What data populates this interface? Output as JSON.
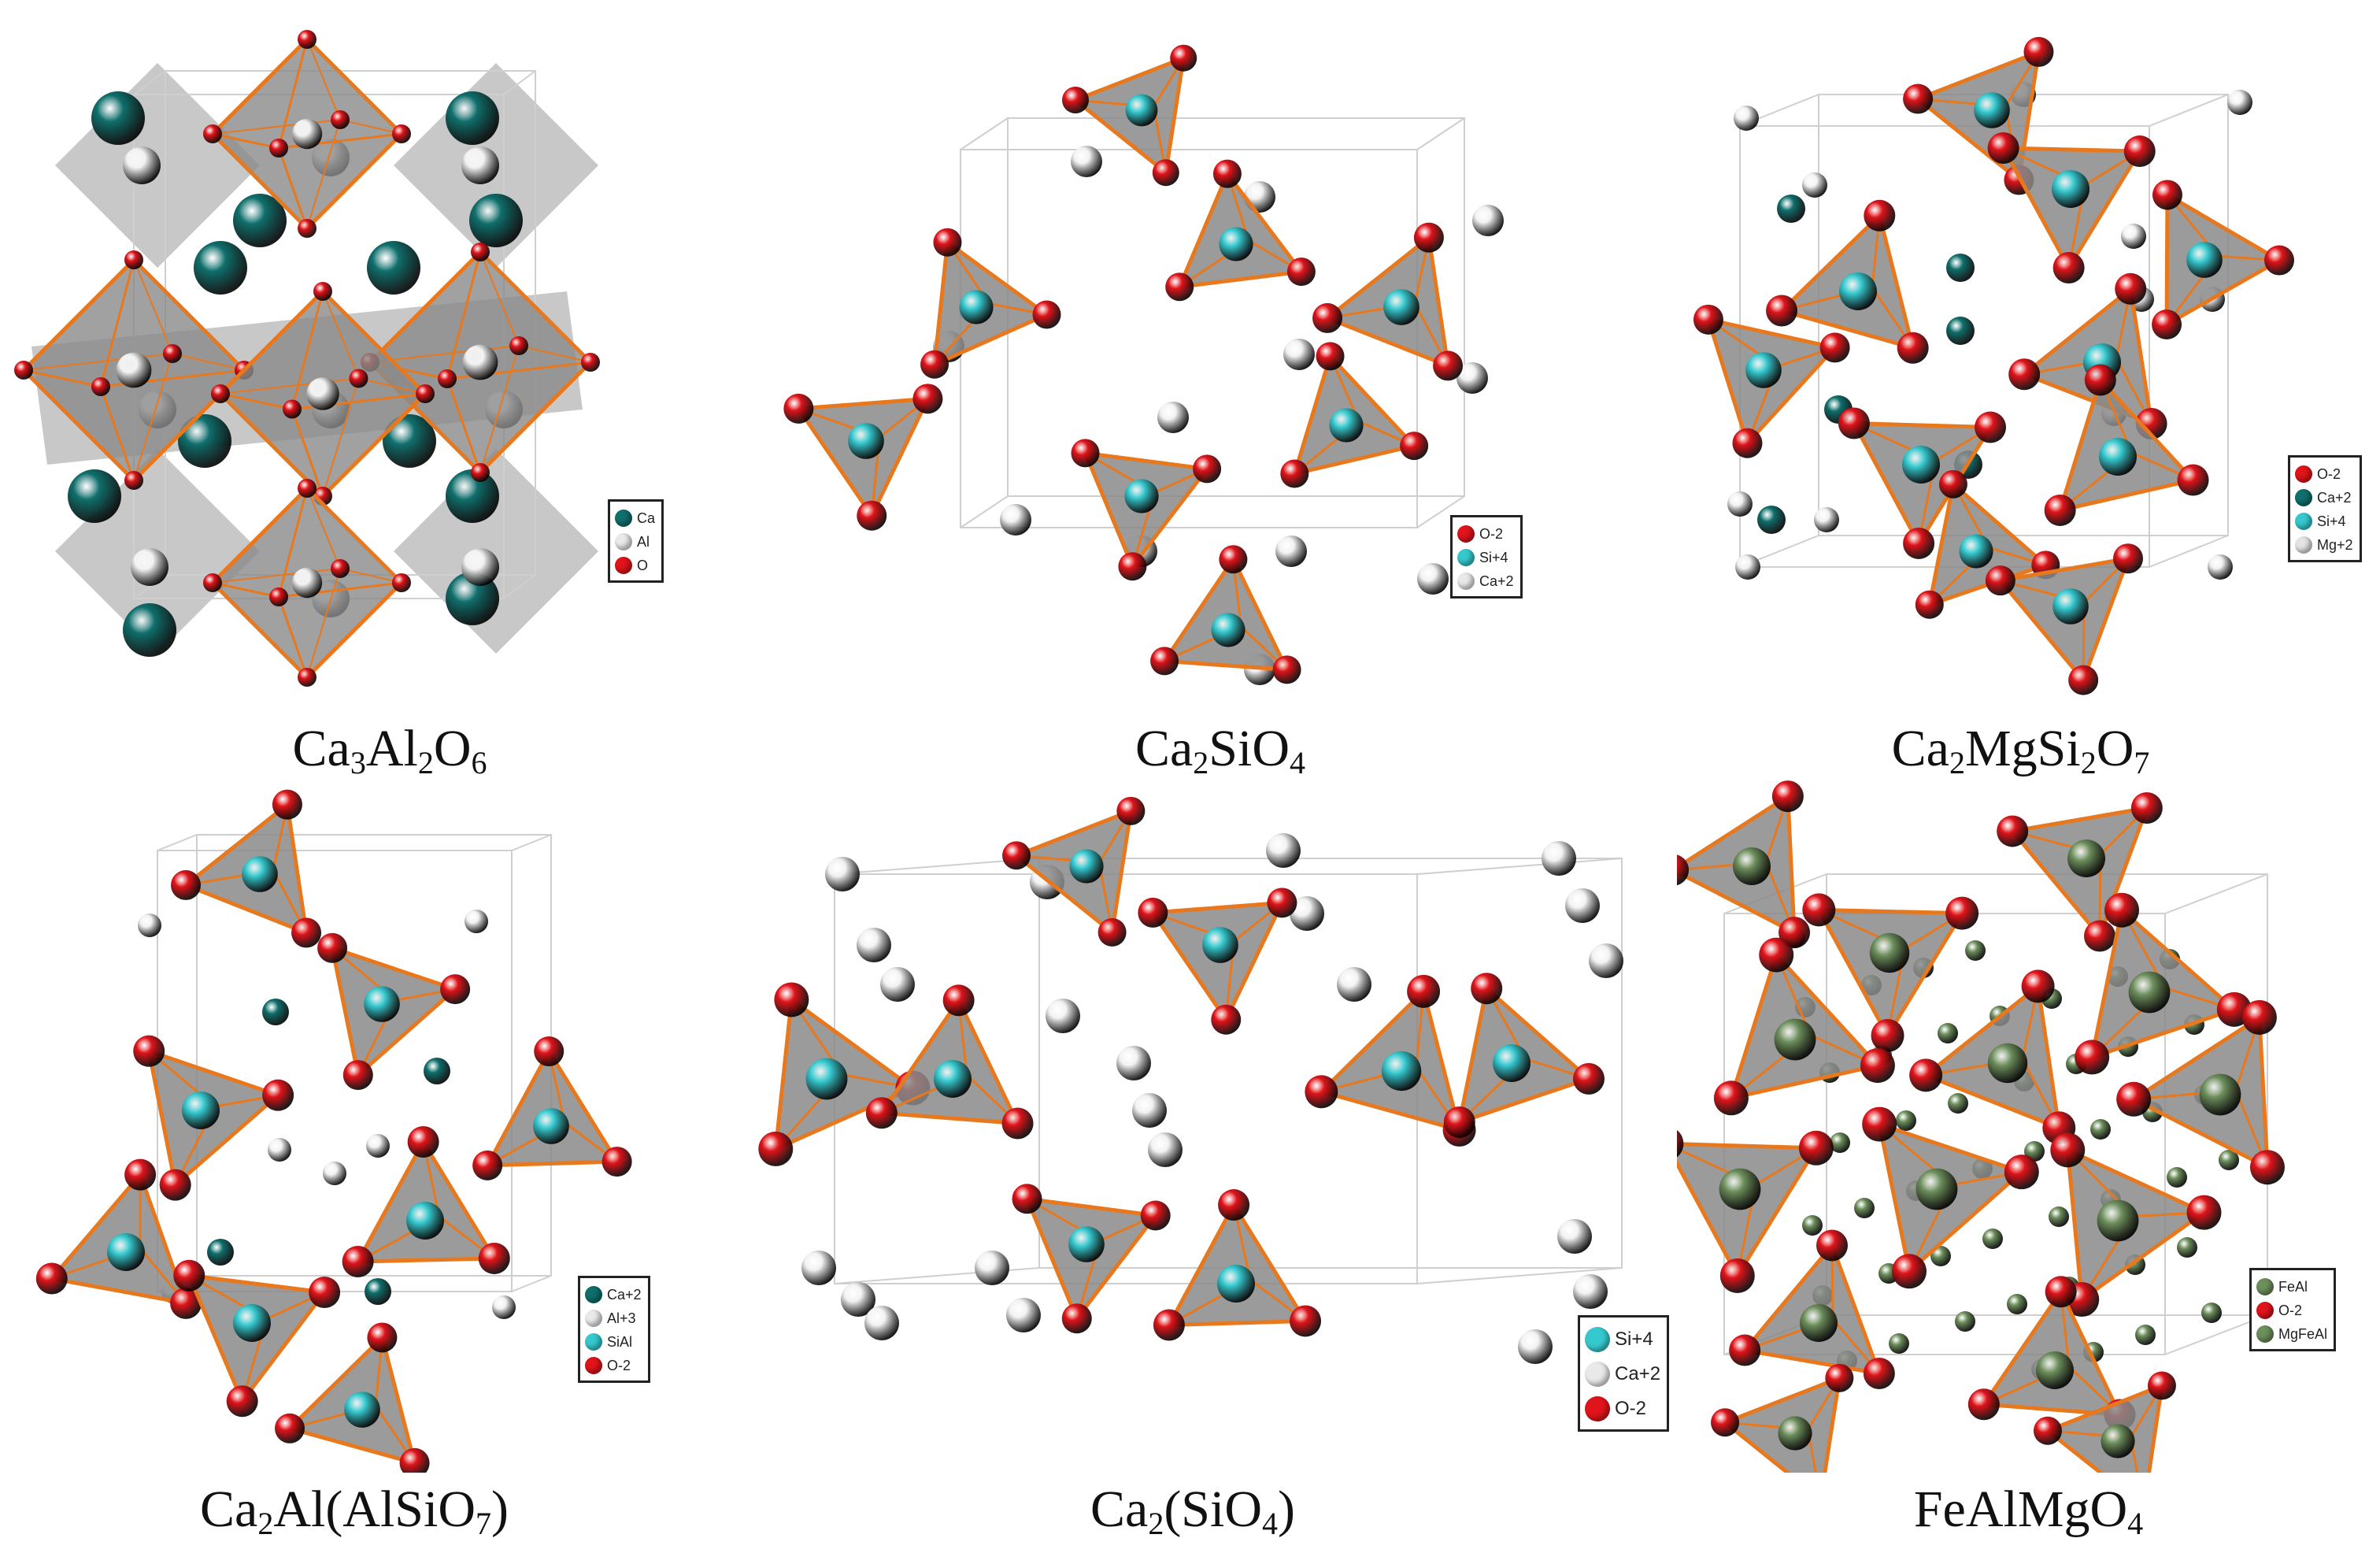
{
  "colors": {
    "Ca": "#0f6f6c",
    "O": "#e0141a",
    "Si": "#35c9cf",
    "Al": "#e9e9e9",
    "Mg": "#e4e4e4",
    "FeAl": "#6d8f5c",
    "polyhedron_fill": "#8a8a8a",
    "polyhedron_edge": "#e8781e"
  },
  "panels": [
    {
      "id": "ca3al2o6",
      "caption": [
        [
          "Ca",
          ""
        ],
        [
          "3",
          "sub"
        ],
        [
          "Al",
          ""
        ],
        [
          "2",
          "sub"
        ],
        [
          "O",
          ""
        ],
        [
          "6",
          "sub"
        ]
      ],
      "legend": [
        {
          "label": "Ca",
          "color": "#0f6f6c"
        },
        {
          "label": "Al",
          "color": "#e9e9e9"
        },
        {
          "label": "O",
          "color": "#e0141a"
        }
      ]
    },
    {
      "id": "ca2sio4-a",
      "caption": [
        [
          "Ca",
          ""
        ],
        [
          "2",
          "sub"
        ],
        [
          "SiO",
          ""
        ],
        [
          "4",
          "sub"
        ]
      ],
      "legend": [
        {
          "label": "O-2",
          "color": "#e0141a"
        },
        {
          "label": "Si+4",
          "color": "#35c9cf"
        },
        {
          "label": "Ca+2",
          "color": "#e9e9e9"
        }
      ]
    },
    {
      "id": "ca2mgsi2o7",
      "caption": [
        [
          "Ca",
          ""
        ],
        [
          "2",
          "sub"
        ],
        [
          "MgSi",
          ""
        ],
        [
          "2",
          "sub"
        ],
        [
          "O",
          ""
        ],
        [
          "7",
          "sub"
        ]
      ],
      "legend": [
        {
          "label": "O-2",
          "color": "#e0141a"
        },
        {
          "label": "Ca+2",
          "color": "#0f6f6c"
        },
        {
          "label": "Si+4",
          "color": "#35c9cf"
        },
        {
          "label": "Mg+2",
          "color": "#e4e4e4"
        }
      ]
    },
    {
      "id": "ca2al-alsio7",
      "caption": [
        [
          "Ca",
          ""
        ],
        [
          "2",
          "sub"
        ],
        [
          "Al(AlSiO",
          ""
        ],
        [
          "7",
          "sub"
        ],
        [
          ")",
          ""
        ]
      ],
      "legend": [
        {
          "label": "Ca+2",
          "color": "#0f6f6c"
        },
        {
          "label": "Al+3",
          "color": "#e9e9e9"
        },
        {
          "label": "SiAl",
          "color": "#35c9cf"
        },
        {
          "label": "O-2",
          "color": "#e0141a"
        }
      ]
    },
    {
      "id": "ca2-sio4",
      "caption": [
        [
          "Ca",
          ""
        ],
        [
          "2",
          "sub"
        ],
        [
          "(SiO",
          ""
        ],
        [
          "4",
          "sub"
        ],
        [
          ")",
          ""
        ]
      ],
      "legend": [
        {
          "label": "Si+4",
          "color": "#35c9cf"
        },
        {
          "label": "Ca+2",
          "color": "#e9e9e9"
        },
        {
          "label": "O-2",
          "color": "#e0141a"
        }
      ]
    },
    {
      "id": "fealmgo4",
      "caption": [
        [
          "FeAlMgO",
          ""
        ],
        [
          "4",
          "sub"
        ]
      ],
      "legend": [
        {
          "label": "FeAl",
          "color": "#6d8f5c"
        },
        {
          "label": "O-2",
          "color": "#e0141a"
        },
        {
          "label": "MgFeAl",
          "color": "#6d8f5c"
        }
      ]
    }
  ]
}
